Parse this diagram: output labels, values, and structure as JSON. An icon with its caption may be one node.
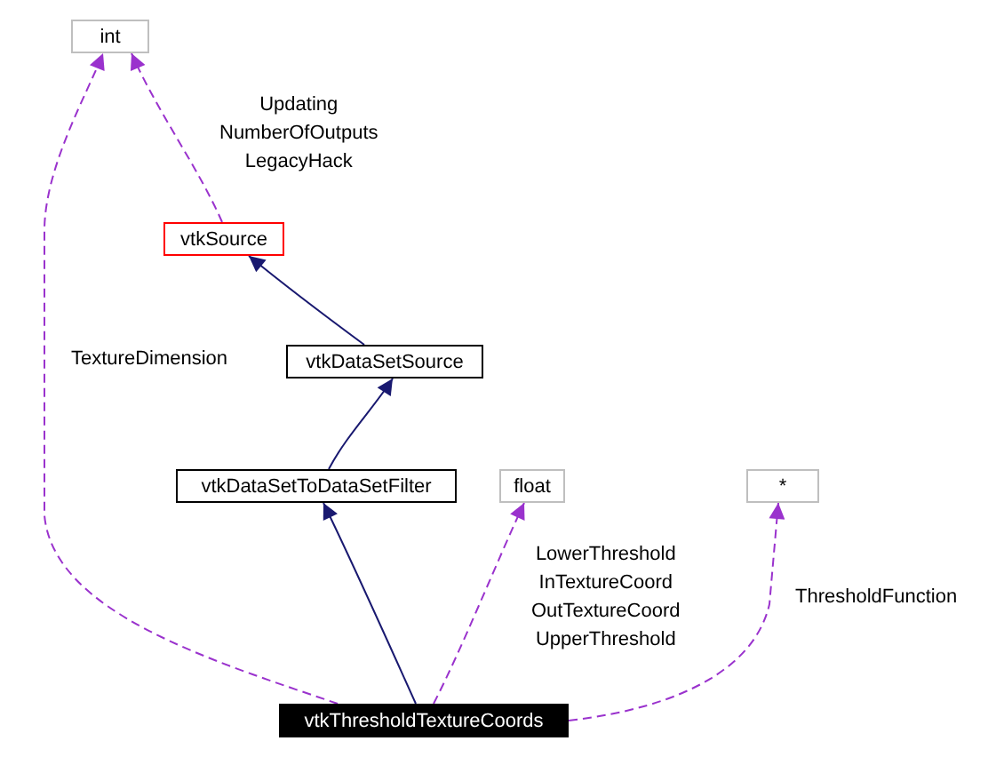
{
  "diagram": {
    "nodes": [
      {
        "text": [
          "int"
        ]
      },
      {
        "text": [
          "vtkSource"
        ]
      },
      {
        "text": [
          "vtkDataSetSource"
        ]
      },
      {
        "text": [
          "vtkDataSetToDataSetFilter"
        ]
      },
      {
        "text": [
          "float"
        ]
      },
      {
        "text": [
          "*"
        ]
      },
      {
        "text": [
          "vtkThresholdTextureCoords"
        ]
      }
    ],
    "edges": [
      {
        "from": 6,
        "to": 0,
        "arrow": "to",
        "label": "TextureDimension",
        "style": "dashed"
      },
      {
        "from": 1,
        "to": 0,
        "arrow": "to",
        "label": "Updating NumberOfOutputs LegacyHack",
        "style": "dashed"
      },
      {
        "from": 2,
        "to": 1,
        "arrow": "to",
        "color": "#191970"
      },
      {
        "from": 3,
        "to": 2,
        "arrow": "to",
        "color": "#191970"
      },
      {
        "from": 6,
        "to": 3,
        "arrow": "to",
        "color": "#191970"
      },
      {
        "from": 6,
        "to": 4,
        "arrow": "to",
        "label": "LowerThreshold InTextureCoord OutTextureCoord UpperThreshold",
        "style": "dashed"
      },
      {
        "from": 6,
        "to": 5,
        "arrow": "to",
        "label": "ThresholdFunction",
        "style": "dashed"
      }
    ]
  }
}
